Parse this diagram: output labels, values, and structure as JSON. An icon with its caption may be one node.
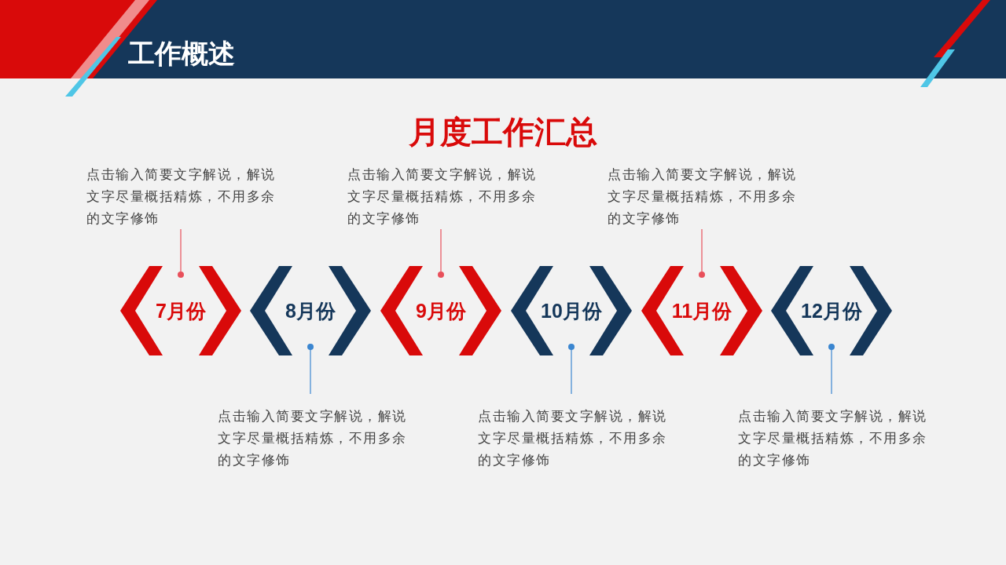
{
  "diagram": {
    "title": "工作概述",
    "nodes": [
      {
        "text": [
          "7月份"
        ]
      },
      {
        "text": [
          "8月份"
        ]
      },
      {
        "text": [
          "9月份"
        ]
      },
      {
        "text": [
          "10月份"
        ]
      },
      {
        "text": [
          "11月份"
        ]
      },
      {
        "text": [
          "12月份"
        ]
      },
      {
        "text": [
          "点击输入简要文字解说，解说文字尽量概括精炼，不用多余的文字修饰"
        ]
      },
      {
        "text": [
          "点击输入简要文字解说，解说文字尽量概括精炼，不用多余的文字修饰"
        ]
      },
      {
        "text": [
          "点击输入简要文字解说，解说文字尽量概括精炼，不用多余的文字修饰"
        ]
      },
      {
        "text": [
          "点击输入简要文字解说，解说文字尽量概括精炼，不用多余的文字修饰"
        ]
      },
      {
        "text": [
          "点击输入简要文字解说，解说文字尽量概括精炼，不用多余的文字修饰"
        ]
      },
      {
        "text": [
          "点击输入简要文字解说，解说文字尽量概括精炼，不用多余的文字修饰"
        ]
      }
    ],
    "edges": [
      {
        "from": 6,
        "to": 0,
        "arrow": "other",
        "color": "#e8505b"
      },
      {
        "from": 9,
        "to": 1,
        "arrow": "other",
        "color": "#3b86d0"
      },
      {
        "from": 7,
        "to": 2,
        "arrow": "other",
        "color": "#e8505b"
      },
      {
        "from": 10,
        "to": 3,
        "arrow": "other",
        "color": "#3b86d0"
      },
      {
        "from": 8,
        "to": 4,
        "arrow": "other",
        "color": "#e8505b"
      },
      {
        "from": 11,
        "to": 5,
        "arrow": "other",
        "color": "#3b86d0"
      }
    ],
    "labels": [
      "月度工作汇总"
    ]
  }
}
